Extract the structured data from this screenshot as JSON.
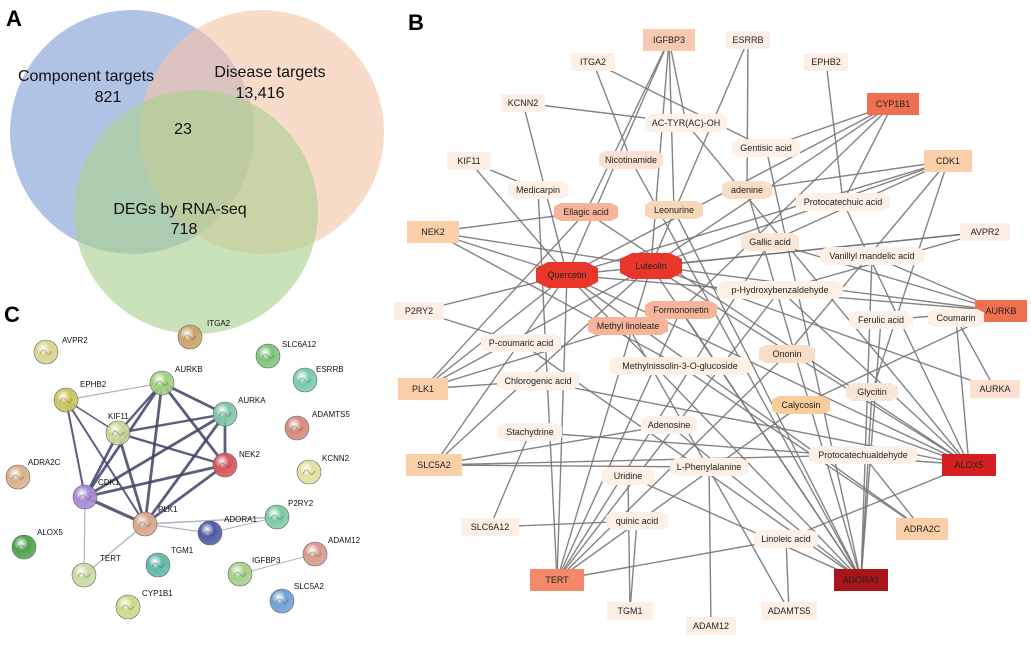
{
  "panels": {
    "a": "A",
    "b": "B",
    "c": "C"
  },
  "venn": {
    "component": {
      "label": "Component targets",
      "count": "821",
      "color": "#7f9ed4"
    },
    "disease": {
      "label": "Disease targets",
      "count": "13,416",
      "color": "#f6c5aa"
    },
    "degs": {
      "label": "DEGs by RNA-seq",
      "count": "718",
      "color": "#a9d18e"
    },
    "intersection": "23"
  },
  "network": {
    "edge_color": "#777777",
    "compounds": [
      {
        "id": "ac",
        "label": "AC-TYR(AC)-OH"
      },
      {
        "id": "gentisic",
        "label": "Gentisic acid"
      },
      {
        "id": "nicotinamide",
        "label": "Nicotinamide"
      },
      {
        "id": "medicarpin",
        "label": "Medicarpin"
      },
      {
        "id": "adenine",
        "label": "adenine"
      },
      {
        "id": "protocatechuic",
        "label": "Protocatechuic acid"
      },
      {
        "id": "ellagic",
        "label": "Ellagic acid"
      },
      {
        "id": "leonurine",
        "label": "Leonurine"
      },
      {
        "id": "gallic",
        "label": "Gallic acid"
      },
      {
        "id": "vanillyl",
        "label": "Vanillyl mandelic acid"
      },
      {
        "id": "quercetin",
        "label": "Quercetin"
      },
      {
        "id": "luteolin",
        "label": "Luteolin"
      },
      {
        "id": "phb",
        "label": "p-Hydroxybenzaldehyde"
      },
      {
        "id": "formononetin",
        "label": "Formononetin"
      },
      {
        "id": "methyllinoleate",
        "label": "Methyl linoleate"
      },
      {
        "id": "ferulic",
        "label": "Ferulic acid"
      },
      {
        "id": "coumarin",
        "label": "Coumarin"
      },
      {
        "id": "pcoumaric",
        "label": "P-coumaric acid"
      },
      {
        "id": "ononin",
        "label": "Ononin"
      },
      {
        "id": "chlorogenic",
        "label": "Chlorogenic acid"
      },
      {
        "id": "methylnissolin",
        "label": "Methylnissolin-3-O-glucoside"
      },
      {
        "id": "glycitin",
        "label": "Glycitin"
      },
      {
        "id": "calycosin",
        "label": "Calycosin"
      },
      {
        "id": "stachydrine",
        "label": "Stachydrine"
      },
      {
        "id": "adenosine",
        "label": "Adenosine"
      },
      {
        "id": "protocatechualdehyde",
        "label": "Protocatechualdehyde"
      },
      {
        "id": "uridine",
        "label": "Uridine"
      },
      {
        "id": "lphe",
        "label": "L-Phenylalanine"
      },
      {
        "id": "quinic",
        "label": "quinic acid"
      },
      {
        "id": "linoleic",
        "label": "Linoleic acid"
      }
    ],
    "targets": [
      {
        "id": "IGFBP3",
        "label": "IGFBP3"
      },
      {
        "id": "ESRRB",
        "label": "ESRRB"
      },
      {
        "id": "ITGA2",
        "label": "ITGA2"
      },
      {
        "id": "EPHB2",
        "label": "EPHB2"
      },
      {
        "id": "KCNN2",
        "label": "KCNN2"
      },
      {
        "id": "CYP1B1",
        "label": "CYP1B1"
      },
      {
        "id": "KIF11",
        "label": "KIF11"
      },
      {
        "id": "CDK1",
        "label": "CDK1"
      },
      {
        "id": "NEK2",
        "label": "NEK2"
      },
      {
        "id": "AVPR2",
        "label": "AVPR2"
      },
      {
        "id": "P2RY2",
        "label": "P2RY2"
      },
      {
        "id": "AURKB",
        "label": "AURKB"
      },
      {
        "id": "PLK1",
        "label": "PLK1"
      },
      {
        "id": "AURKA",
        "label": "AURKA"
      },
      {
        "id": "SLC5A2",
        "label": "SLC5A2"
      },
      {
        "id": "ALOX5",
        "label": "ALOX5"
      },
      {
        "id": "SLC6A12",
        "label": "SLC6A12"
      },
      {
        "id": "ADRA2C",
        "label": "ADRA2C"
      },
      {
        "id": "TERT",
        "label": "TERT"
      },
      {
        "id": "ADORA1",
        "label": "ADORA1"
      },
      {
        "id": "TGM1",
        "label": "TGM1"
      },
      {
        "id": "ADAM12",
        "label": "ADAM12"
      },
      {
        "id": "ADAMTS5",
        "label": "ADAMTS5"
      }
    ]
  },
  "ppi": {
    "proteins": [
      {
        "id": "AVPR2",
        "label": "AVPR2",
        "color": "#d9d48f"
      },
      {
        "id": "ITGA2",
        "label": "ITGA2",
        "color": "#c9a46a"
      },
      {
        "id": "SLC6A12",
        "label": "SLC6A12",
        "color": "#7ec47a"
      },
      {
        "id": "ESRRB",
        "label": "ESRRB",
        "color": "#79c9b0"
      },
      {
        "id": "EPHB2",
        "label": "EPHB2",
        "color": "#c9c45e"
      },
      {
        "id": "AURKB",
        "label": "AURKB",
        "color": "#9fd07e"
      },
      {
        "id": "AURKA",
        "label": "AURKA",
        "color": "#7fc7a7"
      },
      {
        "id": "ADAMTS5",
        "label": "ADAMTS5",
        "color": "#d58a7c"
      },
      {
        "id": "KIF11",
        "label": "KIF11",
        "color": "#c7d89a"
      },
      {
        "id": "NEK2",
        "label": "NEK2",
        "color": "#d8545a"
      },
      {
        "id": "KCNN2",
        "label": "KCNN2",
        "color": "#e0e0a0"
      },
      {
        "id": "ADRA2C",
        "label": "ADRA2C",
        "color": "#d9b088"
      },
      {
        "id": "CDK1",
        "label": "CDK1",
        "color": "#a98ad6"
      },
      {
        "id": "PLK1",
        "label": "PLK1",
        "color": "#d9a58a"
      },
      {
        "id": "P2RY2",
        "label": "P2RY2",
        "color": "#7dc9a5"
      },
      {
        "id": "ADORA1",
        "label": "ADORA1",
        "color": "#4e5ba6"
      },
      {
        "id": "ADAM12",
        "label": "ADAM12",
        "color": "#d99a8e"
      },
      {
        "id": "ALOX5",
        "label": "ALOX5",
        "color": "#4ea34e"
      },
      {
        "id": "TERT",
        "label": "TERT",
        "color": "#c7dba0"
      },
      {
        "id": "TGM1",
        "label": "TGM1",
        "color": "#5fb8a8"
      },
      {
        "id": "IGFBP3",
        "label": "IGFBP3",
        "color": "#a6cf86"
      },
      {
        "id": "SLC5A2",
        "label": "SLC5A2",
        "color": "#6e9fd4"
      },
      {
        "id": "CYP1B1",
        "label": "CYP1B1",
        "color": "#c9dc8a"
      }
    ]
  }
}
